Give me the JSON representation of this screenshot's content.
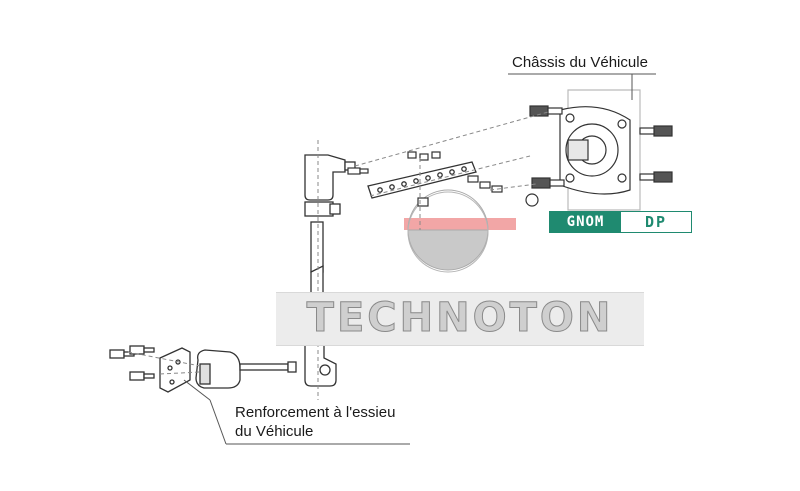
{
  "labels": {
    "chassis": "Châssis du Véhicule",
    "axle_line1": "Renforcement à l'essieu",
    "axle_line2": "du Véhicule"
  },
  "badge": {
    "left_text": "GNOM",
    "right_text": "DP",
    "color": "#1f8a70"
  },
  "watermark": {
    "text": "TECHNOTON"
  },
  "colors": {
    "line": "#333333",
    "dash": "#888888",
    "sensor_gray": "#c9c9c9",
    "sensor_red": "#f2a6a6"
  }
}
